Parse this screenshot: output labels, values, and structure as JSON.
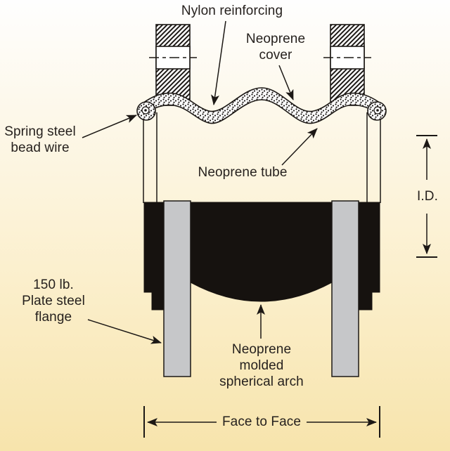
{
  "colors": {
    "ink": "#1c1815",
    "flange_gray": "#c6c7c9",
    "background_top": "#fefefe",
    "background_bottom": "#f7e4ac"
  },
  "labels": {
    "nylon_reinforcing": "Nylon reinforcing",
    "neoprene_cover": "Neoprene\ncover",
    "spring_steel_bead_wire": "Spring steel\nbead wire",
    "neoprene_tube": "Neoprene tube",
    "inner_diameter": "I.D.",
    "plate_steel_flange": "150 lb.\nPlate steel\nflange",
    "spherical_arch": "Neoprene\nmolded\nspherical arch",
    "face_to_face": "Face to Face"
  }
}
